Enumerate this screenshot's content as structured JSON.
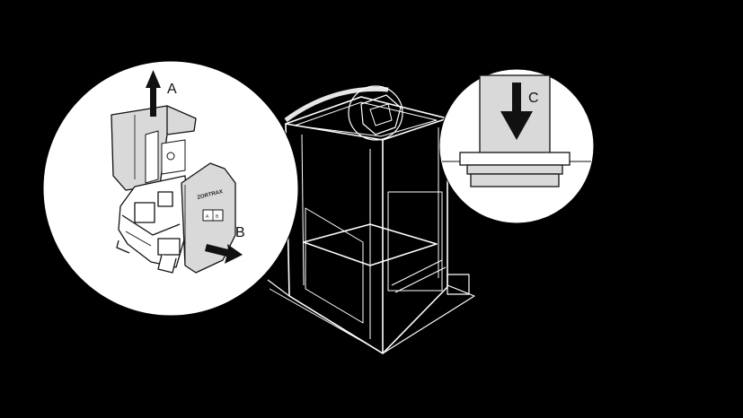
{
  "labels": {
    "a": "A",
    "b": "B",
    "c": "C"
  },
  "brand_text": "ZORTRAX",
  "cover_keys": [
    "A",
    "B"
  ],
  "colors": {
    "background": "#000000",
    "line": "#ffffff",
    "callout_fill": "#ffffff",
    "part_grey": "#d9d9d9",
    "ink": "#111111"
  }
}
